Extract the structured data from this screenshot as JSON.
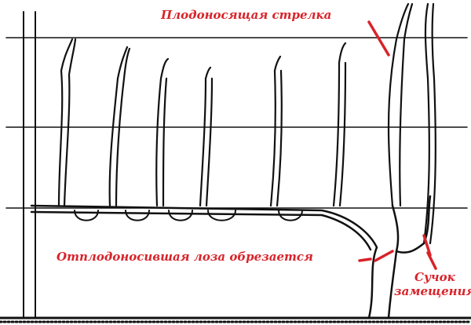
{
  "labels": {
    "fruiting_cane": "Плодоносящая стрелка",
    "pruned_vine": "Отплодоносившая лоза обрезается",
    "replacement_spur_line1": "Сучок",
    "replacement_spur_line2": "замещения"
  },
  "colors": {
    "ink": "#111111",
    "annotation": "#d8232a"
  }
}
